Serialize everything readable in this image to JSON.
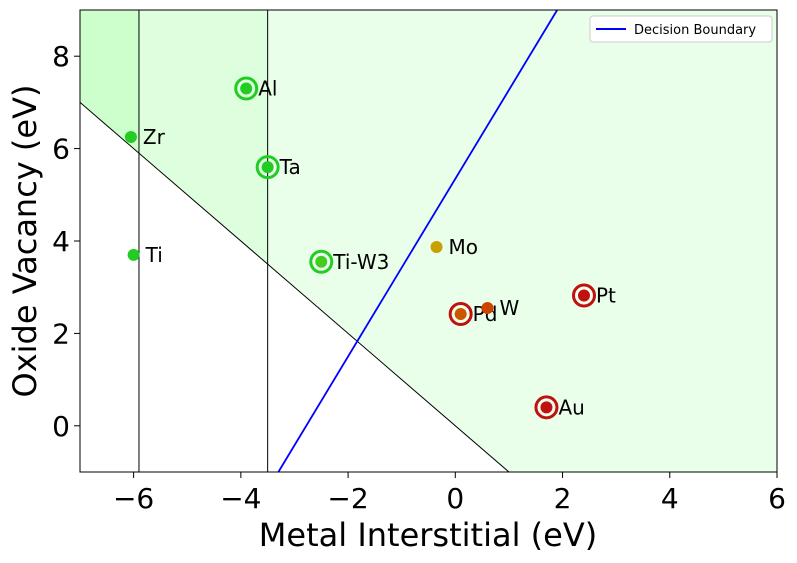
{
  "chart_data": {
    "type": "scatter",
    "title": "",
    "xlabel": "Metal Interstitial (eV)",
    "ylabel": "Oxide Vacancy (eV)",
    "xlim": [
      -7,
      6
    ],
    "ylim": [
      -1,
      9
    ],
    "xticks": [
      -6,
      -4,
      -2,
      0,
      2,
      4,
      6
    ],
    "yticks": [
      0,
      2,
      4,
      6,
      8
    ],
    "grid": false,
    "legend": {
      "position": "top-right",
      "entries": [
        {
          "label": "Decision Boundary",
          "color": "#0000ff"
        }
      ]
    },
    "regions": [
      {
        "x_from": -7,
        "x_to": -5.9,
        "color": "#ccffcc"
      },
      {
        "x_from": -5.9,
        "x_to": -3.5,
        "color": "#ddffdd"
      },
      {
        "x_from": -3.5,
        "x_to": 6,
        "color": "#eaffea"
      },
      {
        "below_line": true,
        "color": "#ffffff"
      }
    ],
    "vertical_lines": [
      -5.9,
      -3.5
    ],
    "diagonal_line": {
      "points": [
        [
          -7,
          7.0
        ],
        [
          1.0,
          -1.0
        ]
      ],
      "color": "#000000"
    },
    "decision_boundary": {
      "points": [
        [
          -3.3,
          -1.0
        ],
        [
          1.9,
          9.0
        ]
      ],
      "color": "#0000ff",
      "name": "Decision Boundary"
    },
    "points": [
      {
        "label": "Al",
        "x": -3.9,
        "y": 7.3,
        "color": "#22cc22",
        "ring": "#22cc22"
      },
      {
        "label": "Zr",
        "x": -6.05,
        "y": 6.25,
        "color": "#22cc22",
        "ring": null
      },
      {
        "label": "Ta",
        "x": -3.5,
        "y": 5.6,
        "color": "#22cc22",
        "ring": "#22cc22"
      },
      {
        "label": "Ti",
        "x": -6.0,
        "y": 3.7,
        "color": "#22cc22",
        "ring": null
      },
      {
        "label": "Ti-W3",
        "x": -2.5,
        "y": 3.55,
        "color": "#44cc22",
        "ring": "#22cc22"
      },
      {
        "label": "Mo",
        "x": -0.35,
        "y": 3.87,
        "color": "#c8a000",
        "ring": null
      },
      {
        "label": "Pt",
        "x": 2.4,
        "y": 2.82,
        "color": "#c01010",
        "ring": "#c01010"
      },
      {
        "label": "Pd",
        "x": 0.1,
        "y": 2.42,
        "color": "#cc5500",
        "ring": "#c01010"
      },
      {
        "label": "W",
        "x": 0.6,
        "y": 2.55,
        "color": "#cc4400",
        "ring": null
      },
      {
        "label": "Au",
        "x": 1.7,
        "y": 0.4,
        "color": "#c01010",
        "ring": "#c01010"
      }
    ]
  }
}
